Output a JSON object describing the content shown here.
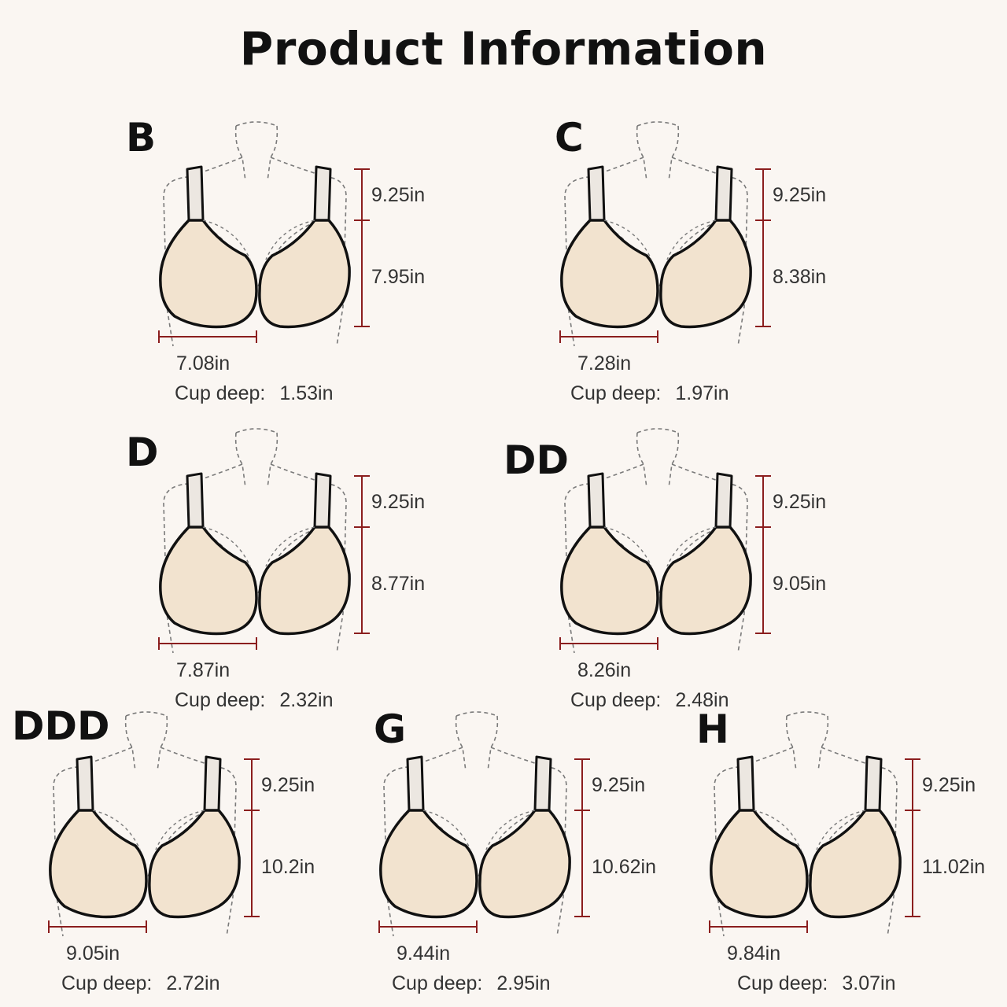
{
  "title": "Product Information",
  "colors": {
    "background": "#faf6f2",
    "cup_fill": "#f2e3cf",
    "cup_outline": "#111111",
    "strap_fill": "#ece7e1",
    "dimension_line": "#8b1e1e",
    "guide_dash": "#7a7a7a"
  },
  "sizes": [
    {
      "label": "B",
      "strap": "9.25in",
      "height": "7.95in",
      "width": "7.08in",
      "cup_label": "Cup deep:",
      "cup_value": "1.53in"
    },
    {
      "label": "C",
      "strap": "9.25in",
      "height": "8.38in",
      "width": "7.28in",
      "cup_label": "Cup deep:",
      "cup_value": "1.97in"
    },
    {
      "label": "D",
      "strap": "9.25in",
      "height": "8.77in",
      "width": "7.87in",
      "cup_label": "Cup deep:",
      "cup_value": "2.32in"
    },
    {
      "label": "DD",
      "strap": "9.25in",
      "height": "9.05in",
      "width": "8.26in",
      "cup_label": "Cup deep:",
      "cup_value": "2.48in"
    },
    {
      "label": "DDD",
      "strap": "9.25in",
      "height": "10.2in",
      "width": "9.05in",
      "cup_label": "Cup deep:",
      "cup_value": "2.72in"
    },
    {
      "label": "G",
      "strap": "9.25in",
      "height": "10.62in",
      "width": "9.44in",
      "cup_label": "Cup deep:",
      "cup_value": "2.95in"
    },
    {
      "label": "H",
      "strap": "9.25in",
      "height": "11.02in",
      "width": "9.84in",
      "cup_label": "Cup deep:",
      "cup_value": "3.07in"
    }
  ]
}
